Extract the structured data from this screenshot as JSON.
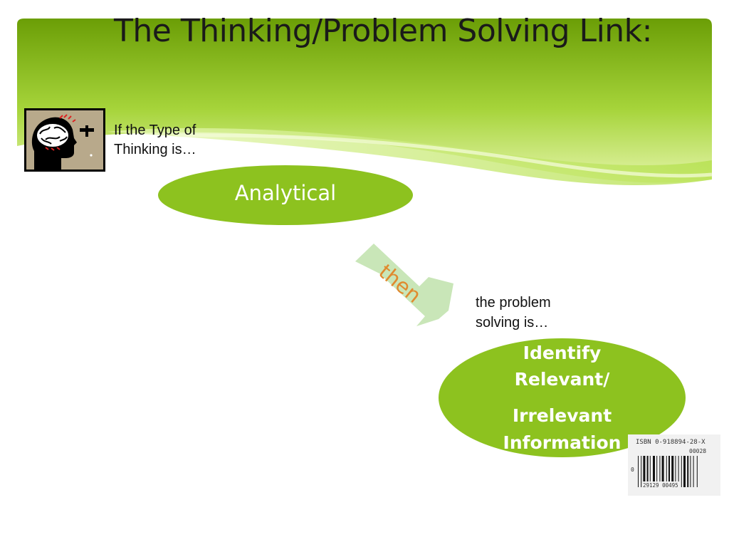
{
  "slide": {
    "title": "The Thinking/Problem Solving Link:",
    "intro_line1": "If the Type of",
    "intro_line2": "Thinking is…",
    "thinking_type": "Analytical",
    "connector": "then",
    "problem_line1": "the problem",
    "problem_line2": "solving is…",
    "result_line1": "Identify",
    "result_line2": "Relevant/",
    "result_line3": "Irrelevant",
    "result_line4": "Information"
  },
  "barcode": {
    "isbn": "ISBN 0-918894-28-X",
    "code_top": "00028",
    "digit_left": "0",
    "code_bottom": "29129 00495"
  },
  "colors": {
    "accent_green": "#8dc21f",
    "arrow_green": "#c9e6b8",
    "then_orange": "#e08a2e"
  }
}
